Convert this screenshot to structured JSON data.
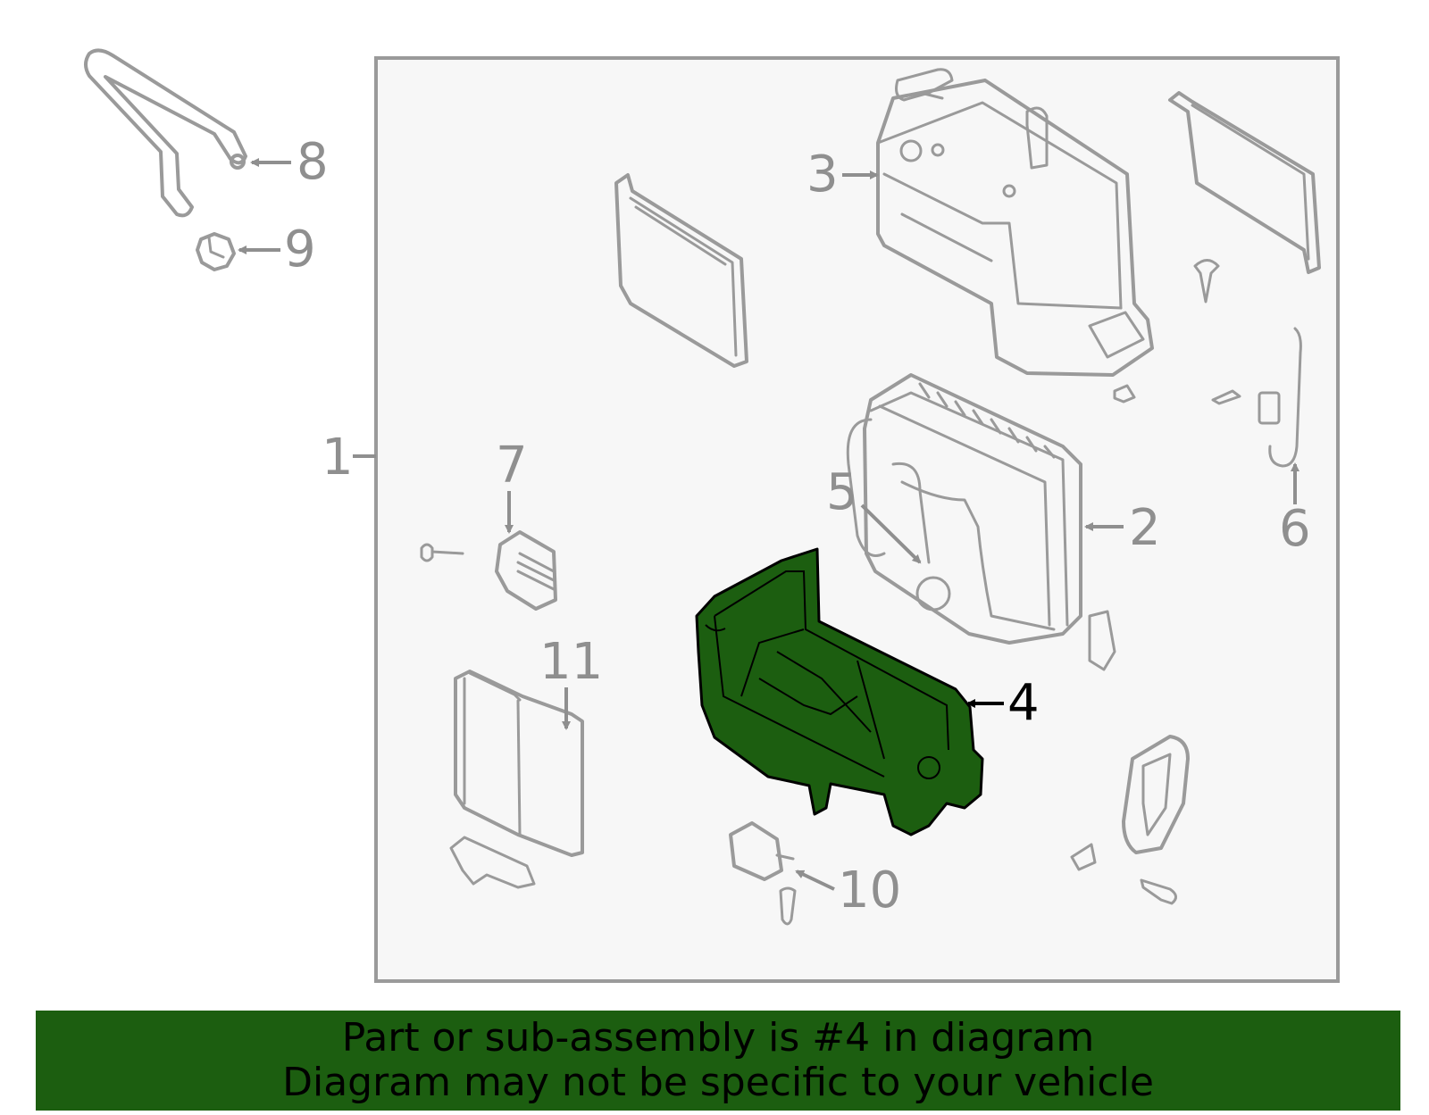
{
  "colors": {
    "highlight": "#1c5e10",
    "outline": "#9a9a9a",
    "frame_fill": "#f7f7f7",
    "banner_background": "#1c5e10"
  },
  "callouts": {
    "c1": "1",
    "c2": "2",
    "c3": "3",
    "c4": "4",
    "c5": "5",
    "c6": "6",
    "c7": "7",
    "c8": "8",
    "c9": "9",
    "c10": "10",
    "c11": "11"
  },
  "highlighted_part": "4",
  "banner": {
    "line1": "Part or sub-assembly is #4 in diagram",
    "line2": "Diagram may not be specific to your vehicle"
  }
}
